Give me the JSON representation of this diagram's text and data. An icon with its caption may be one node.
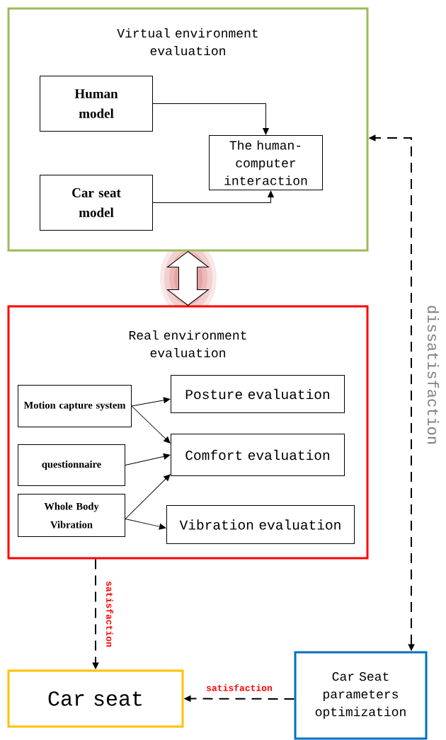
{
  "diagram": {
    "nodes": [
      {
        "text": [
          "Virtual environment evaluation"
        ]
      },
      {
        "text": [
          "Human model"
        ],
        "in": 0
      },
      {
        "text": [
          "Car seat model"
        ],
        "in": 0
      },
      {
        "text": [
          "The human-computer interaction"
        ],
        "in": 0
      },
      {
        "text": [
          "Real environment evaluation"
        ]
      },
      {
        "text": [
          "Motion capture system"
        ],
        "in": 4
      },
      {
        "text": [
          "questionnaire"
        ],
        "in": 4
      },
      {
        "text": [
          "Whole Body Vibration"
        ],
        "in": 4
      },
      {
        "text": [
          "Posture evaluation"
        ],
        "in": 4
      },
      {
        "text": [
          "Comfort evaluation"
        ],
        "in": 4
      },
      {
        "text": [
          "Vibration evaluation"
        ],
        "in": 4
      },
      {
        "text": [
          "Car seat"
        ]
      },
      {
        "text": [
          "Car Seat parameters optimization"
        ]
      }
    ],
    "edges": [
      {
        "from": 1,
        "to": 3,
        "arrow": "to"
      },
      {
        "from": 2,
        "to": 3,
        "arrow": "to"
      },
      {
        "from": 0,
        "to": 4,
        "arrow": "both",
        "style": "thick"
      },
      {
        "from": 12,
        "to": 0,
        "arrow": "both",
        "style": "dashed",
        "label": "dissatisfaction"
      },
      {
        "from": 5,
        "to": 8,
        "arrow": "to"
      },
      {
        "from": 5,
        "to": 9,
        "arrow": "to"
      },
      {
        "from": 6,
        "to": 9,
        "arrow": "to"
      },
      {
        "from": 7,
        "to": 9,
        "arrow": "to"
      },
      {
        "from": 7,
        "to": 10,
        "arrow": "to"
      },
      {
        "from": 4,
        "to": 11,
        "arrow": "to",
        "style": "dashed",
        "label": "satisfaction"
      },
      {
        "from": 12,
        "to": 11,
        "arrow": "to",
        "style": "dashed",
        "label": "satisfaction"
      }
    ]
  }
}
